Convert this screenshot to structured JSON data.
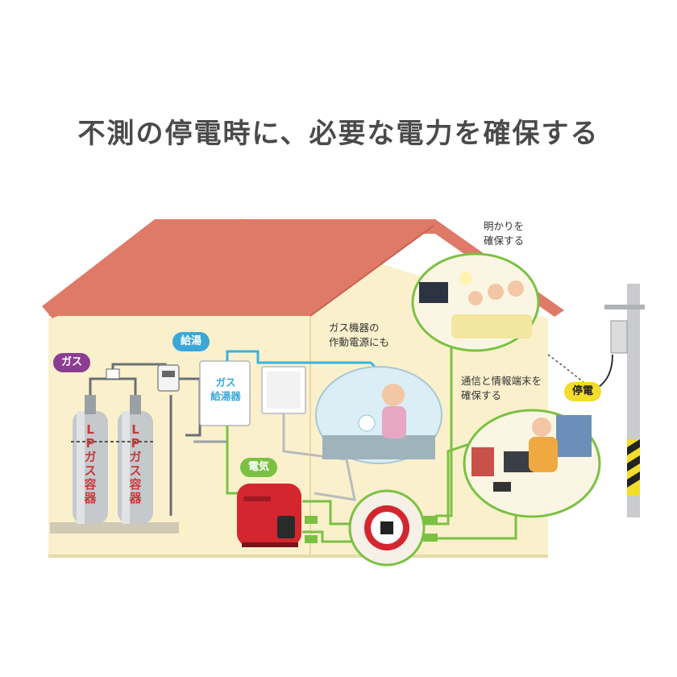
{
  "title": "不測の停電時に、必要な電力を確保する",
  "tags": {
    "gas": "ガス",
    "hot_water": "給湯",
    "electricity": "電気",
    "outage": "停電"
  },
  "water_heater_label": [
    "ガス",
    "給湯器"
  ],
  "cylinder_labels": [
    "LPガス容器",
    "LPガス容器"
  ],
  "callouts": {
    "lighting": [
      "明かりを",
      "確保する"
    ],
    "gas_appliance": [
      "ガス機器の",
      "作動電源にも"
    ],
    "communication": [
      "通信と情報端末を",
      "確保する"
    ]
  },
  "colors": {
    "roof": "#e07a68",
    "wall": "#fbf0cc",
    "gas_tag": "#8c3d92",
    "hot_water_tag": "#3aa7d8",
    "electric_cable": "#7ac143",
    "outage_tag": "#f3dc2a",
    "generator": "#d4262f",
    "cylinder": "#c5c9cc"
  },
  "icons": [
    "lp-gas-cylinder",
    "gas-meter",
    "gas-water-heater",
    "portable-generator",
    "cord-reel",
    "utility-pole"
  ]
}
